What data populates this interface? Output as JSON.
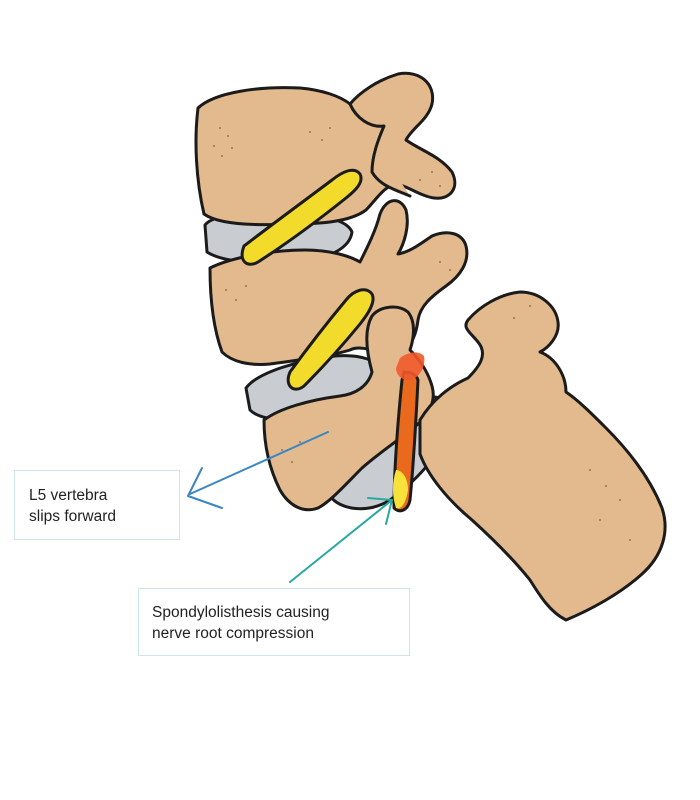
{
  "colors": {
    "bone": "#e3b98e",
    "bone_shadow": "#c99a6d",
    "disc": "#c9cdd2",
    "ligament": "#f3db2c",
    "nerve": "#e96a1c",
    "nerve_tip": "#f6e23a",
    "compression": "#f05a2a",
    "arrow_blue": "#3a87c0",
    "arrow_teal": "#2aa9a0",
    "outline": "#1b1b1b",
    "callout_border": "#cfe4ec"
  },
  "labels": {
    "l5_line1": "L5 vertebra",
    "l5_line2": "slips forward",
    "spondy_line1": "Spondylolisthesis causing",
    "spondy_line2": "nerve root compression"
  },
  "structures": [
    "vertebra",
    "vertebra",
    "L5 vertebra",
    "sacrum",
    "disc",
    "disc",
    "disc",
    "ligament",
    "ligament",
    "nerve root",
    "compression point"
  ]
}
